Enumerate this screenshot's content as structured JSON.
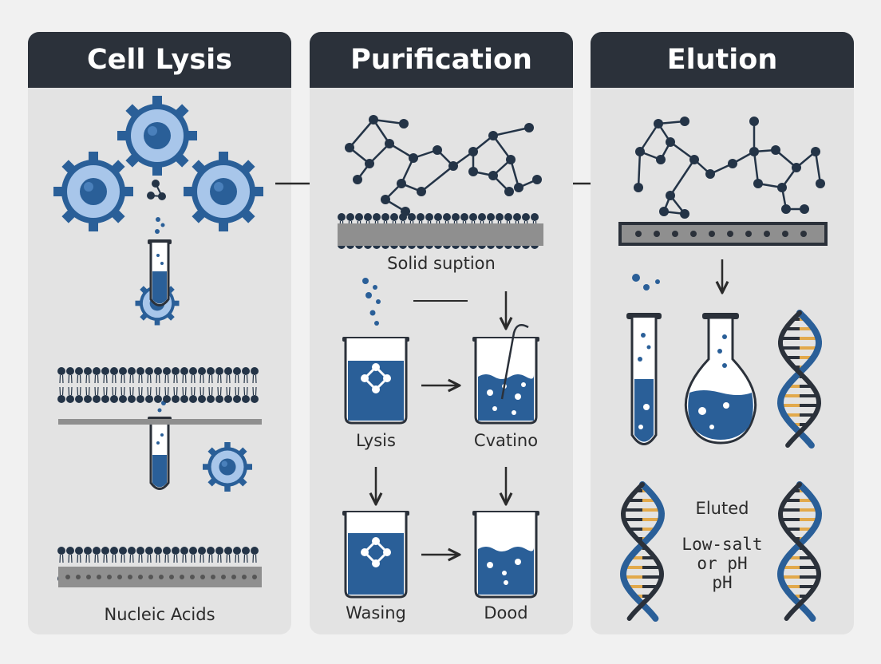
{
  "panels": [
    {
      "title": "Cell Lysis"
    },
    {
      "title": "Purification"
    },
    {
      "title": "Elution"
    }
  ],
  "labels": {
    "nucleic_acids": "Nucleic Acids",
    "solid_suption": "Solid suption",
    "lysis": "Lysis",
    "cvatino": "Cvatino",
    "wasing": "Wasing",
    "dood": "Dood",
    "eluted": "Eluted",
    "low_salt": [
      "Low-salt",
      "or pH",
      "pH"
    ]
  },
  "colors": {
    "header": "#2b313a",
    "panel": "#e3e3e3",
    "blue": "#2a5f98",
    "light_blue": "#a8c6ea",
    "dark_node": "#243447",
    "orange": "#e2a94b",
    "gray": "#8f8f8f"
  }
}
